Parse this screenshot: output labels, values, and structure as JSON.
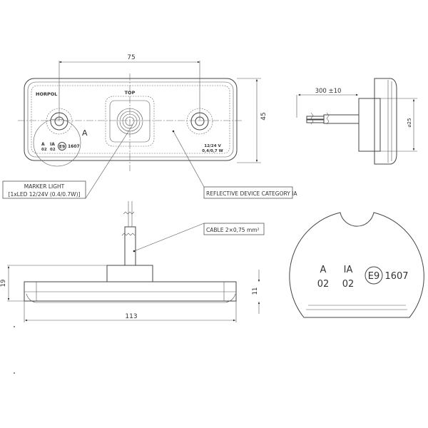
{
  "front_view": {
    "brand": "HORPOL",
    "top_label": "TOP",
    "detail_ref": "A",
    "mark_a": "A",
    "mark_a_num": "02",
    "mark_ia": "IA",
    "mark_ia_num": "02",
    "e_mark": "E9",
    "approval": "1607",
    "voltage": "12/24 V",
    "power": "0,4/0,7 W",
    "dim_width": "75",
    "dim_height": "45"
  },
  "callouts": {
    "marker_light_line1": "MARKER LIGHT",
    "marker_light_line2": "[1xLED 12/24V (0.4/0.7W)]",
    "reflective": "REFLECTIVE DEVICE CATEGORY IA",
    "cable": "CABLE 2×0,75 mm²"
  },
  "side_view": {
    "dim_cable_length": "300 ±10",
    "dim_diameter": "⌀25"
  },
  "bottom_view": {
    "dim_total_height": "19",
    "dim_body_height": "11",
    "dim_length": "113"
  },
  "detail_a": {
    "mark_a": "A",
    "mark_a_num": "02",
    "mark_ia": "IA",
    "mark_ia_num": "02",
    "e_mark": "E9",
    "approval": "1607"
  }
}
